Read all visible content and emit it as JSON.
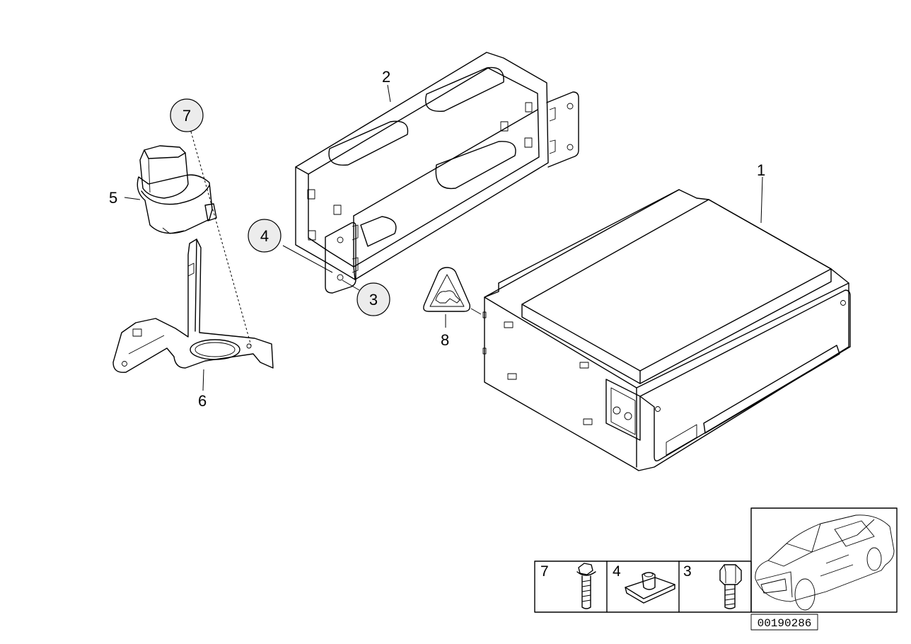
{
  "callouts": {
    "p1": "1",
    "p2": "2",
    "p3": "3",
    "p4": "4",
    "p5": "5",
    "p6": "6",
    "p7": "7",
    "p8": "8"
  },
  "fastener_box": {
    "cells": [
      {
        "label": "7",
        "icon": "screw-icon"
      },
      {
        "label": "4",
        "icon": "clip-nut-icon"
      },
      {
        "label": "3",
        "icon": "hex-bolt-icon"
      }
    ]
  },
  "diagram_code": "00190286"
}
